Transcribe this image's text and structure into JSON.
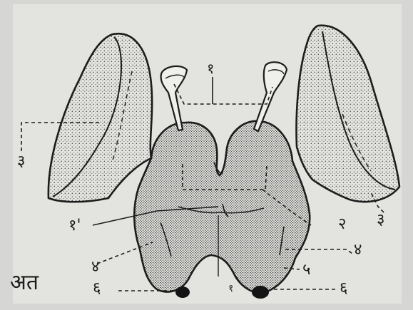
{
  "figure_label": "अत",
  "labels": {
    "l1_top": "१",
    "l2_right": "२",
    "l3_left": "३",
    "l3_right": "३",
    "l1p_center": "१'",
    "l4_left": "४",
    "l4_right": "४",
    "l5_right": "५",
    "l6_left": "६",
    "l6_right": "६",
    "l1_bottom": "१"
  },
  "colors": {
    "background": "#d6d6d4",
    "ink": "#1c1c1c",
    "stipple": "#3a3a3a"
  }
}
